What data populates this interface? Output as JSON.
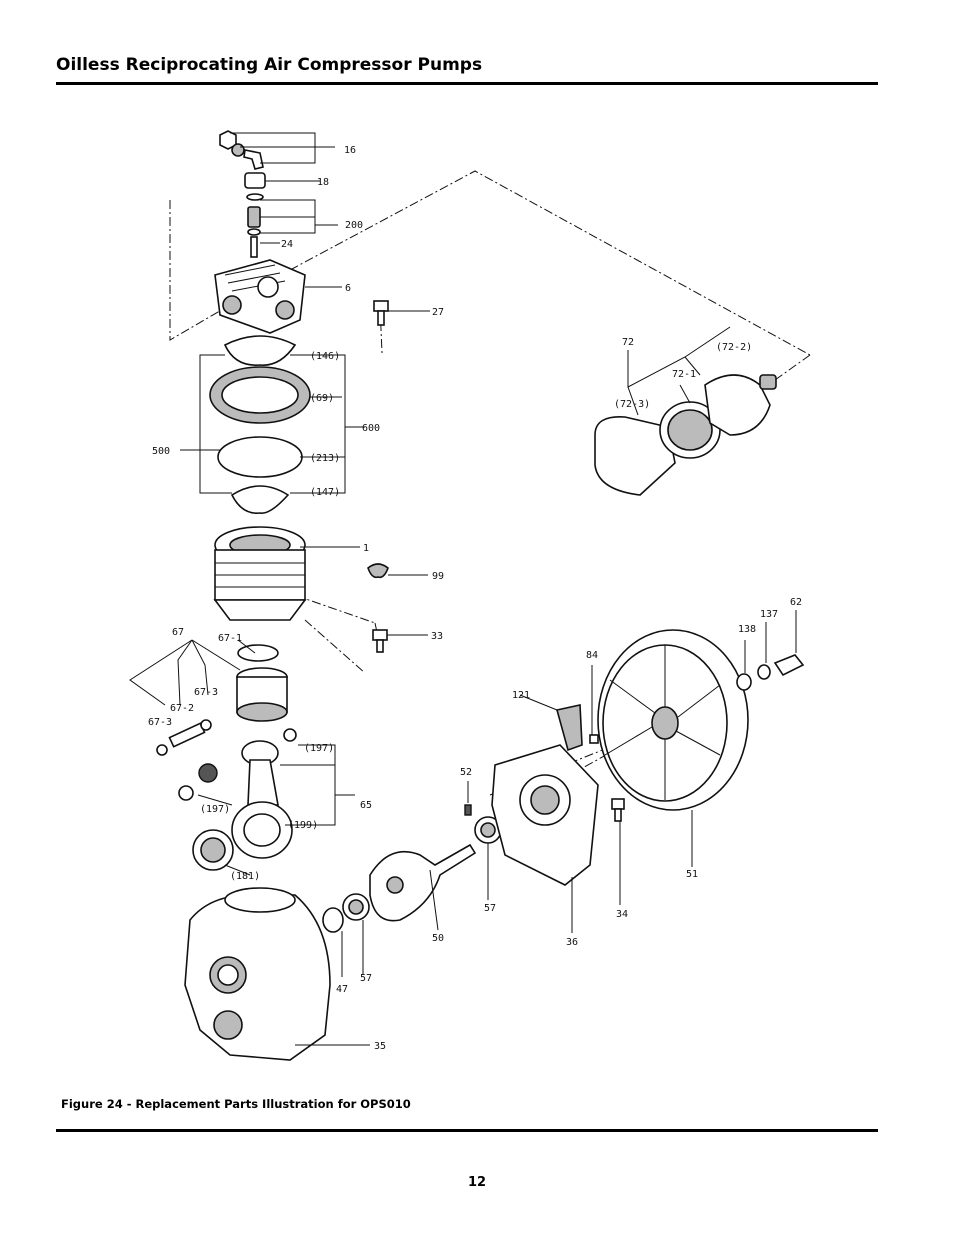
{
  "header": {
    "title": "Oilless Reciprocating Air Compressor Pumps"
  },
  "figure": {
    "caption": "Figure 24 - Replacement Parts Illustration for OPS010",
    "labels": {
      "l16": "16",
      "l18": "18",
      "l200": "200",
      "l24": "24",
      "l6": "6",
      "l27": "27",
      "l146": "(146)",
      "l69": "(69)",
      "l600": "600",
      "l500": "500",
      "l213": "(213)",
      "l147": "(147)",
      "l1": "1",
      "l99": "99",
      "l33": "33",
      "l67": "67",
      "l67_1": "67-1",
      "l67_3a": "67-3",
      "l67_2": "67-2",
      "l67_3b": "67-3",
      "l197a": "(197)",
      "l197b": "(197)",
      "l65": "65",
      "l199": "(199)",
      "l181": "(181)",
      "l47": "47",
      "l57a": "57",
      "l50": "50",
      "l57b": "57",
      "l35": "35",
      "l52": "52",
      "l121": "121",
      "l84": "84",
      "l36": "36",
      "l34": "34",
      "l51": "51",
      "l138": "138",
      "l137": "137",
      "l62": "62",
      "l72": "72",
      "l72_2": "(72-2)",
      "l72_1": "72-1",
      "l72_3": "(72-3)"
    }
  },
  "footer": {
    "page_number": "12"
  }
}
